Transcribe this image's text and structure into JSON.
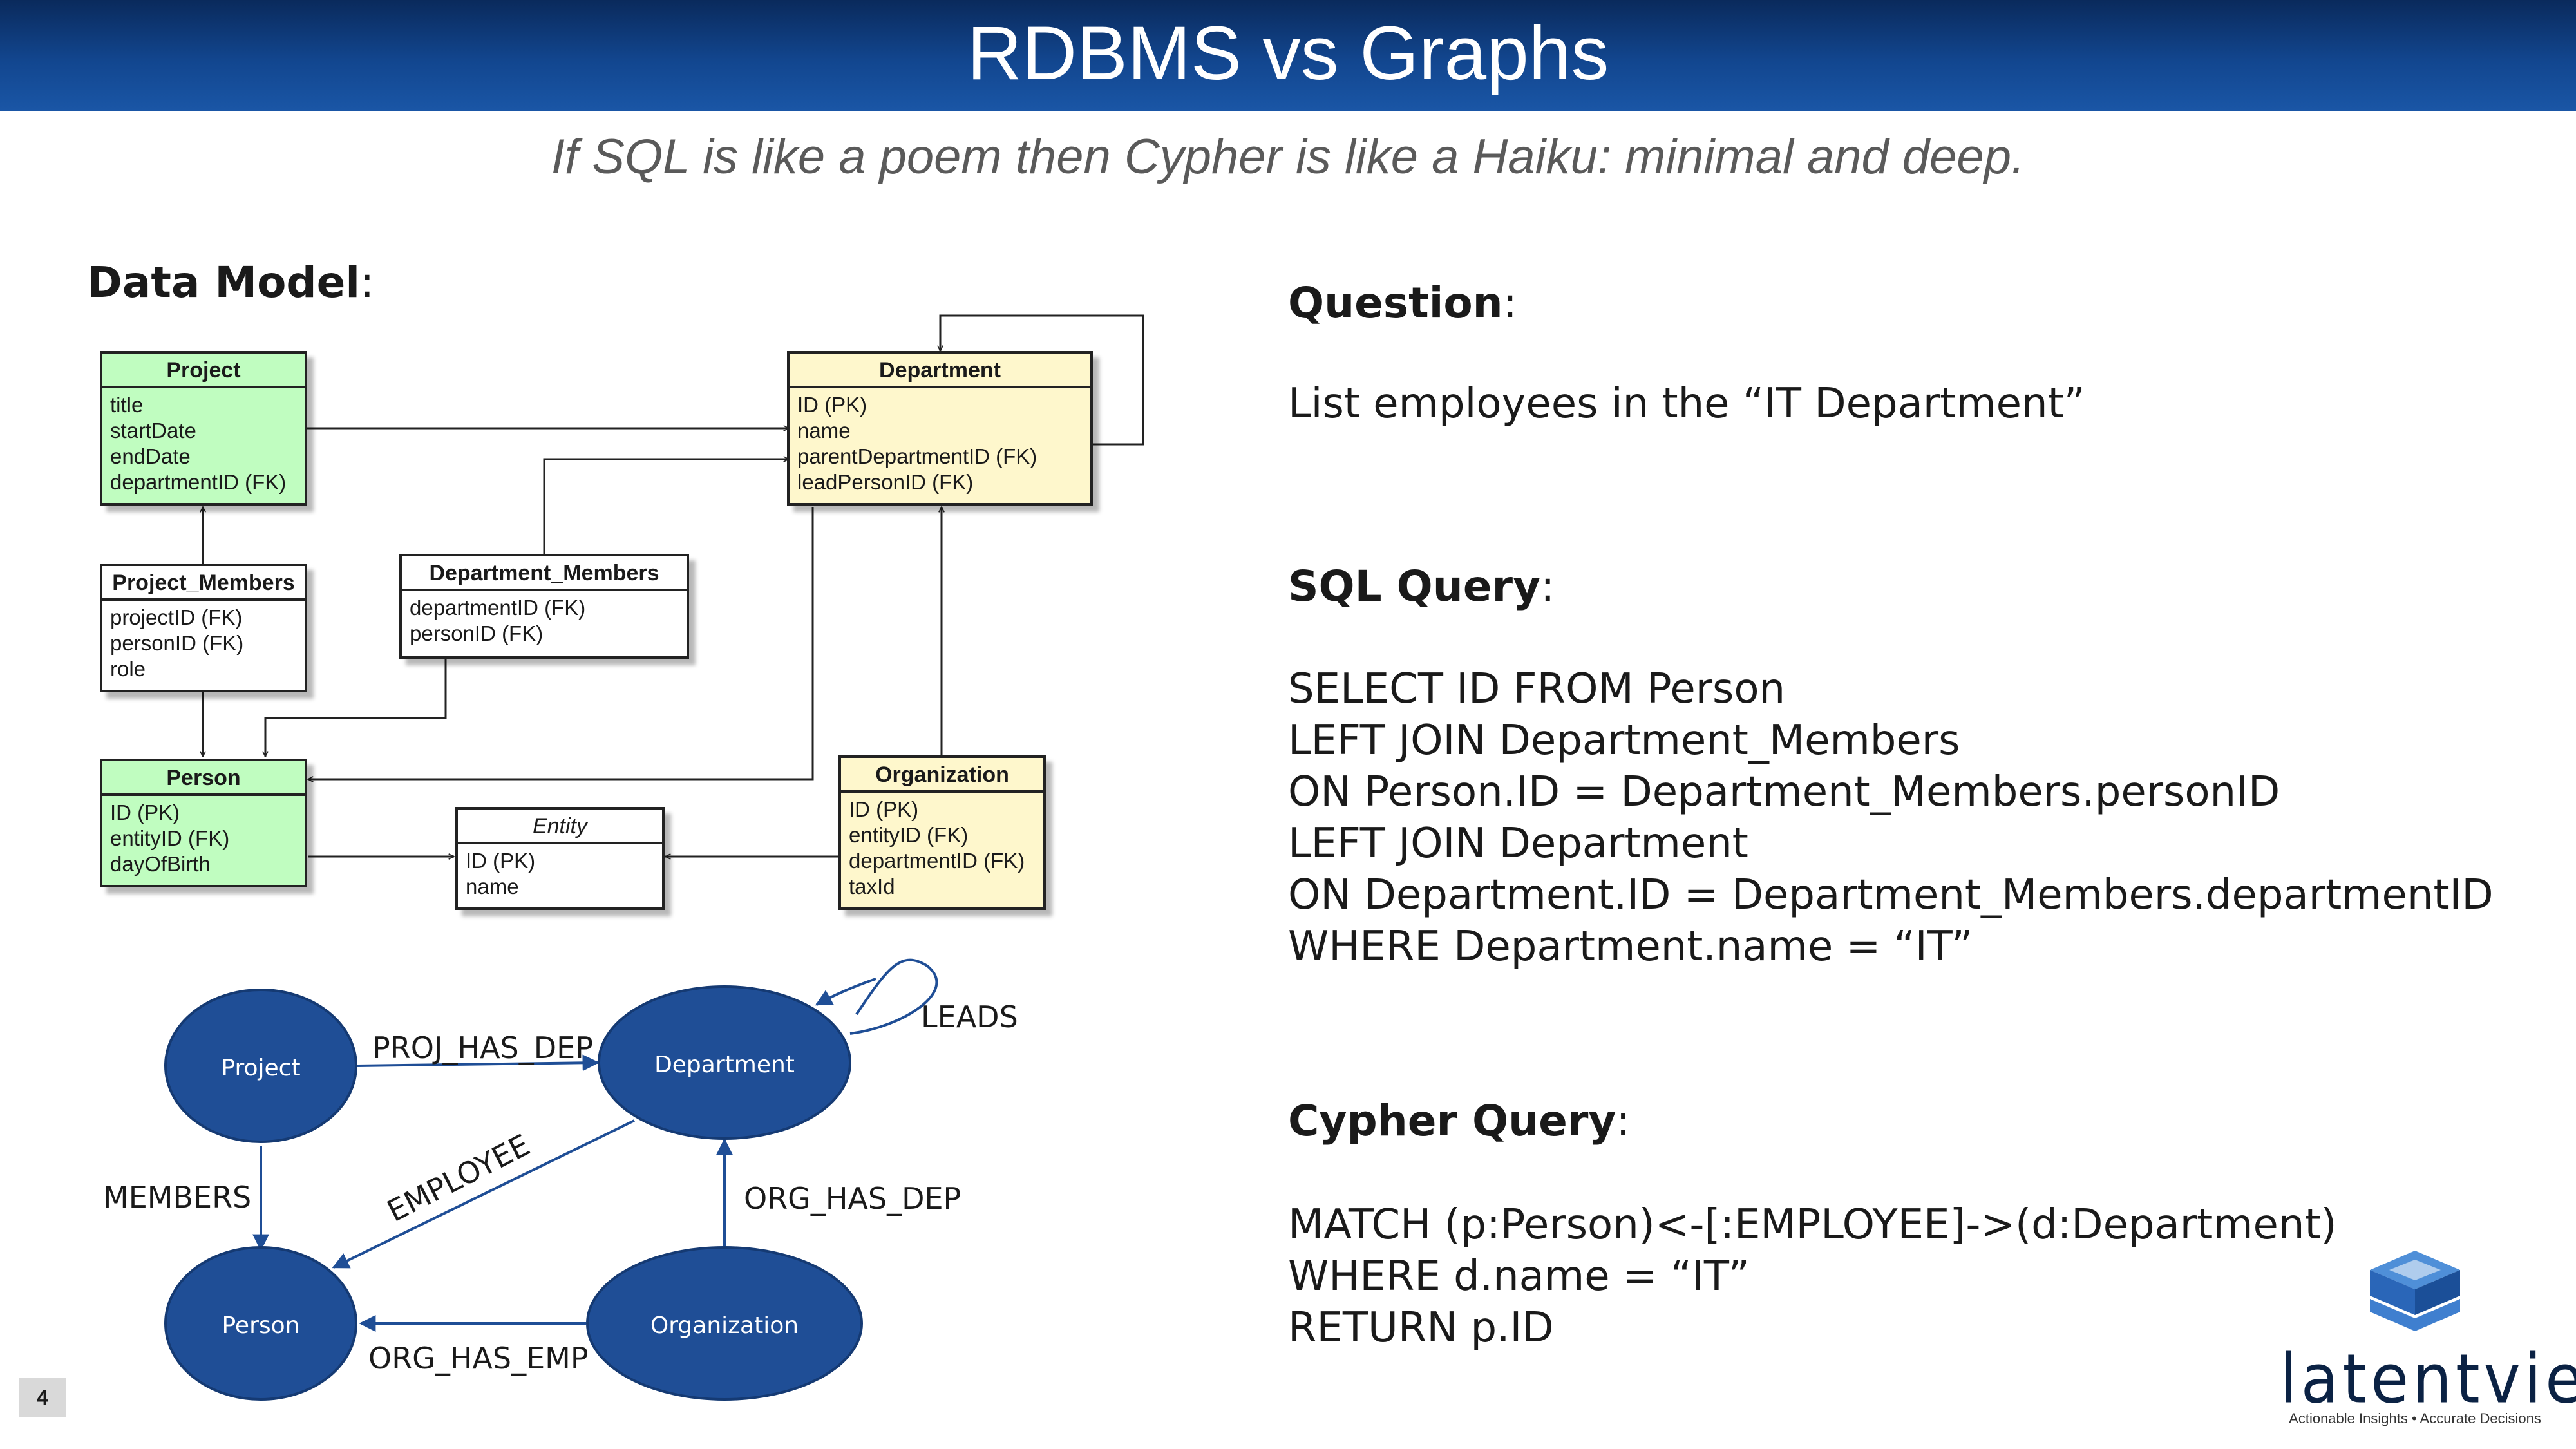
{
  "slide": {
    "title": "RDBMS vs Graphs",
    "subtitle": "If SQL is like a poem then Cypher is like a Haiku: minimal and deep.",
    "page_number": "4"
  },
  "data_model": {
    "heading": "Data Model",
    "colon": ":",
    "tables": [
      {
        "name": "Project",
        "fields": [
          "title",
          "startDate",
          "endDate",
          "departmentID (FK)"
        ],
        "color": "#c0fdc0"
      },
      {
        "name": "Department",
        "fields": [
          "ID (PK)",
          "name",
          "parentDepartmentID (FK)",
          "leadPersonID (FK)"
        ],
        "color": "#fef7cc"
      },
      {
        "name": "Project_Members",
        "fields": [
          "projectID (FK)",
          "personID (FK)",
          "role"
        ],
        "color": "#ffffff"
      },
      {
        "name": "Department_Members",
        "fields": [
          "departmentID (FK)",
          "personID (FK)"
        ],
        "color": "#ffffff"
      },
      {
        "name": "Person",
        "fields": [
          "ID (PK)",
          "entityID (FK)",
          "dayOfBirth"
        ],
        "color": "#c0fdc0"
      },
      {
        "name": "Entity",
        "fields": [
          "ID (PK)",
          "name"
        ],
        "color": "#ffffff"
      },
      {
        "name": "Organization",
        "fields": [
          "ID (PK)",
          "entityID (FK)",
          "departmentID (FK)",
          "taxId"
        ],
        "color": "#fef7cc"
      }
    ]
  },
  "graph": {
    "nodes": {
      "project": "Project",
      "department": "Department",
      "person": "Person",
      "organization": "Organization"
    },
    "edges": {
      "proj_has_dep": "PROJ_HAS_DEP",
      "leads": "LEADS",
      "members": "MEMBERS",
      "employee": "EMPLOYEE",
      "org_has_dep": "ORG_HAS_DEP",
      "org_has_emp": "ORG_HAS_EMP"
    },
    "node_color": "#1f4e96"
  },
  "question": {
    "heading": "Question",
    "colon": ":",
    "text": "List employees in the “IT Department”"
  },
  "sql": {
    "heading": "SQL Query",
    "colon": ":",
    "lines": [
      "SELECT ID FROM Person",
      "LEFT JOIN Department_Members",
      "ON Person.ID = Department_Members.personID",
      "LEFT JOIN Department",
      "ON Department.ID = Department_Members.departmentID",
      "WHERE Department.name = “IT”"
    ]
  },
  "cypher": {
    "heading": "Cypher Query",
    "colon": ":",
    "lines": [
      "MATCH (p:Person)<-[:EMPLOYEE]->(d:Department)",
      "WHERE d.name = “IT”",
      "RETURN p.ID"
    ]
  },
  "logo": {
    "word": "latentview",
    "tagline": "Actionable Insights • Accurate Decisions"
  }
}
